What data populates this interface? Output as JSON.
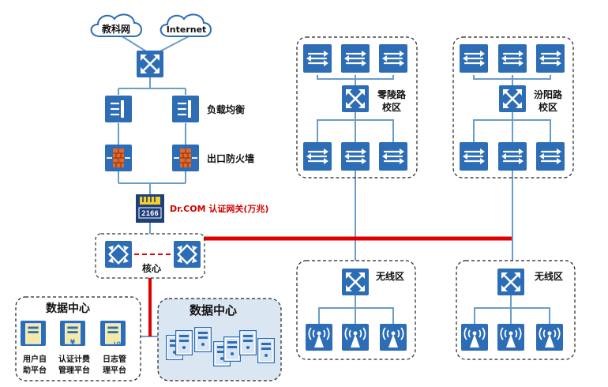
{
  "clouds": {
    "jiaokewang": "教科网",
    "internet": "Internet"
  },
  "labels": {
    "load_balance": "负载均衡",
    "exit_firewall": "出口防火墙",
    "drcom_gateway": "Dr.COM 认证网关(万兆)",
    "drcom_device": "2166",
    "core": "核心",
    "campus_lingling_1": "零陵路",
    "campus_lingling_2": "校区",
    "campus_fenyang_1": "汾阳路",
    "campus_fenyang_2": "校区",
    "wireless_left": "无线区",
    "wireless_right": "无线区",
    "datacenter_left": "数据中心",
    "datacenter_right": "数据中心",
    "platform_user_1": "用户自",
    "platform_user_2": "助平台",
    "platform_billing_1": "认证计费",
    "platform_billing_2": "管理平台",
    "platform_log_1": "日志管",
    "platform_log_2": "理平台",
    "server_billing_badge": "¥",
    "server_log_badge": "LOG"
  },
  "colors": {
    "device_blue": "#2c6db5",
    "link_blue": "#6a9dc8",
    "core_link_red": "#e00000",
    "firewall_orange": "#e06a2c",
    "gateway_navy": "#1f3f7a",
    "gateway_yellow": "#f4cf2a",
    "datacenter_bg": "#dbe6f3"
  }
}
